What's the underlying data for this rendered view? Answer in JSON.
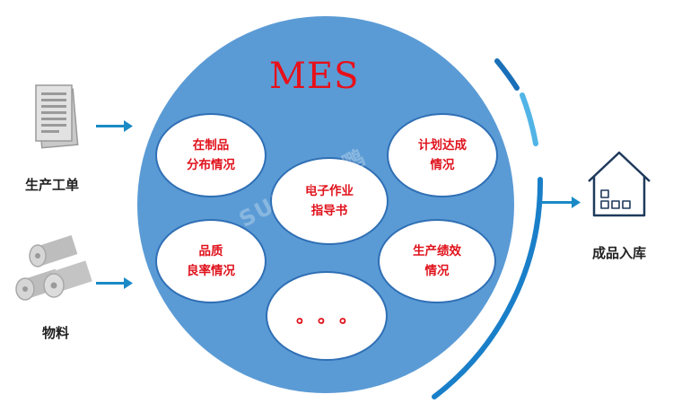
{
  "title": "MES",
  "watermark": "SUNPN讯鹏",
  "inputs": [
    {
      "label": "生产工单",
      "icon": "document-icon"
    },
    {
      "label": "物料",
      "icon": "material-rolls-icon"
    }
  ],
  "output": {
    "label": "成品入库",
    "icon": "warehouse-icon"
  },
  "nodes": [
    {
      "line1": "在制品",
      "line2": "分布情况"
    },
    {
      "line1": "计划达成",
      "line2": "情况"
    },
    {
      "line1": "电子作业",
      "line2": "指导书"
    },
    {
      "line1": "品质",
      "line2": "良率情况"
    },
    {
      "line1": "生产绩效",
      "line2": "情况"
    },
    {
      "line1": "。。。",
      "line2": ""
    }
  ],
  "colors": {
    "circle": "#5b9bd5",
    "node_border": "#2f6fb5",
    "node_text": "#e0121c",
    "title": "#e8101a",
    "arrow": "#1a8ac6",
    "arc": "#1a7fc9"
  }
}
